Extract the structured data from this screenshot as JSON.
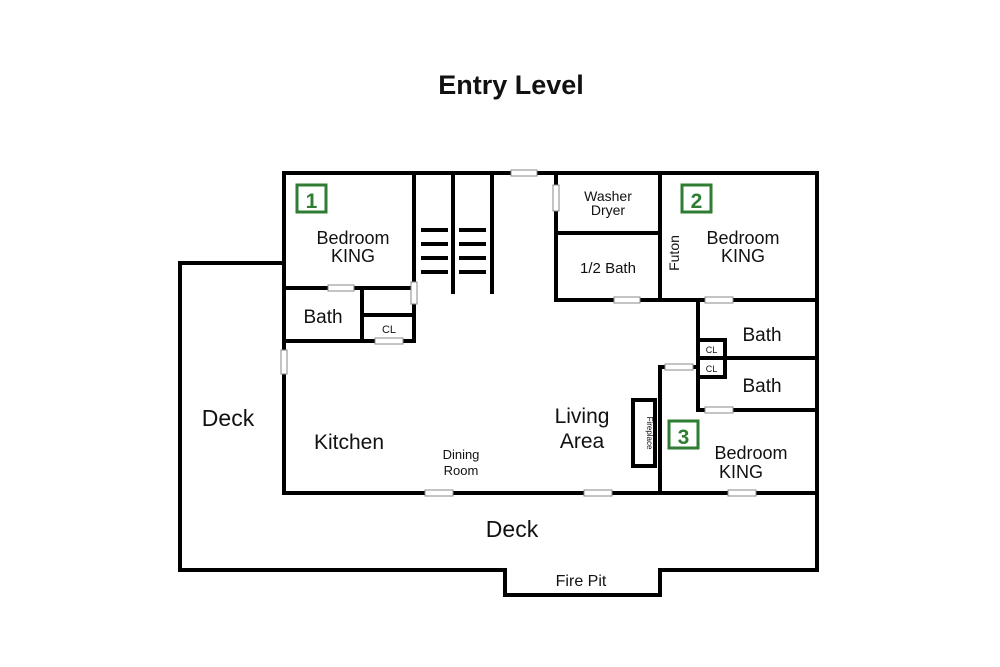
{
  "title": "Entry Level",
  "colors": {
    "wall": "#000000",
    "badge": "#2e7d32",
    "door": "#888888"
  },
  "rooms": {
    "bedroom1": {
      "badge": "1",
      "name": "Bedroom",
      "bed": "KING"
    },
    "bedroom2": {
      "badge": "2",
      "name": "Bedroom",
      "bed": "KING"
    },
    "bedroom3": {
      "badge": "3",
      "name": "Bedroom",
      "bed": "KING"
    },
    "bath_left": "Bath",
    "closet_left": "CL",
    "washer": "Washer",
    "dryer": "Dryer",
    "half_bath": "1/2 Bath",
    "futon": "Futon",
    "bath_right_upper": "Bath",
    "bath_right_lower": "Bath",
    "closet_right_upper": "CL",
    "closet_right_lower": "CL",
    "kitchen": "Kitchen",
    "dining_line1": "Dining",
    "dining_line2": "Room",
    "living_line1": "Living",
    "living_line2": "Area",
    "fireplace": "Fireplace",
    "deck_left": "Deck",
    "deck_bottom": "Deck",
    "fire_pit": "Fire Pit"
  }
}
